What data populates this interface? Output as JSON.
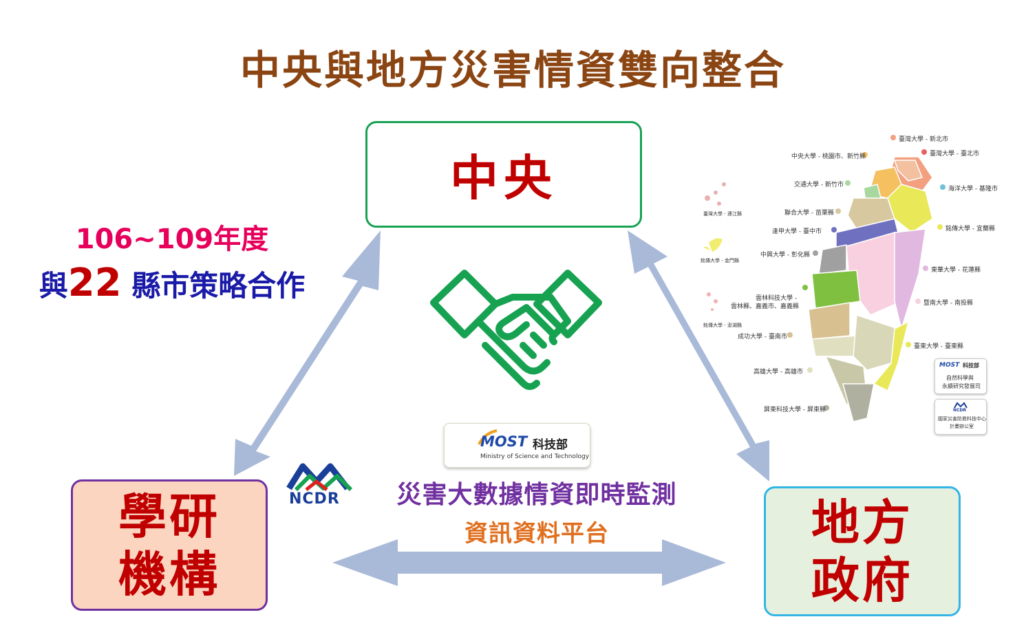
{
  "title": "中央與地方災害情資雙向整合",
  "boxes": {
    "central": "中央",
    "academic_line1": "學研",
    "academic_line2": "機構",
    "local_line1": "地方",
    "local_line2": "政府"
  },
  "cooperation": {
    "years": "106~109年度",
    "prefix": "與",
    "number": "22",
    "suffix": " 縣市策略合作"
  },
  "platform": {
    "line1": "災害大數據情資即時監測",
    "line2": "資訊資料平台"
  },
  "most_badge": {
    "abbr": "MOST",
    "name": "科技部",
    "english": "Ministry of Science and Technology"
  },
  "ncdr_logo": {
    "text": "NCDR"
  },
  "map": {
    "islands": [
      "臺灣大學 - 連江縣",
      "銘傳大學 - 金門縣",
      "銘傳大學 - 澎湖縣"
    ],
    "labels_left": [
      "中央大學 - 桃園市、新竹縣",
      "交通大學 - 新竹市",
      "聯合大學 - 苗栗縣",
      "逢甲大學 - 臺中市",
      "中興大學 - 彰化縣",
      "雲林科技大學 -",
      "雲林縣、嘉義市、嘉義縣",
      "成功大學 - 臺南市",
      "高雄大學 - 高雄市",
      "屏東科技大學 - 屏東縣"
    ],
    "labels_right": [
      "臺灣大學 - 新北市",
      "臺灣大學 - 臺北市",
      "海洋大學 - 基隆市",
      "銘傳大學 - 宜蘭縣",
      "東華大學 - 花蓮縣",
      "暨南大學 - 南投縣",
      "臺東大學 - 臺東縣"
    ],
    "badge1_line1": "自然科學與",
    "badge1_line2": "永續研究發展司",
    "badge1_org": "科技部",
    "badge1_abbr": "MOST",
    "badge2_abbr": "NCDR",
    "badge2_line1": "國家災害防救科技中心",
    "badge2_line2": "計畫辦公室"
  },
  "colors": {
    "title": "#8B4513",
    "arrow": "#a9b9d8",
    "handshake": "#17a252",
    "box_text": "#c00000"
  }
}
